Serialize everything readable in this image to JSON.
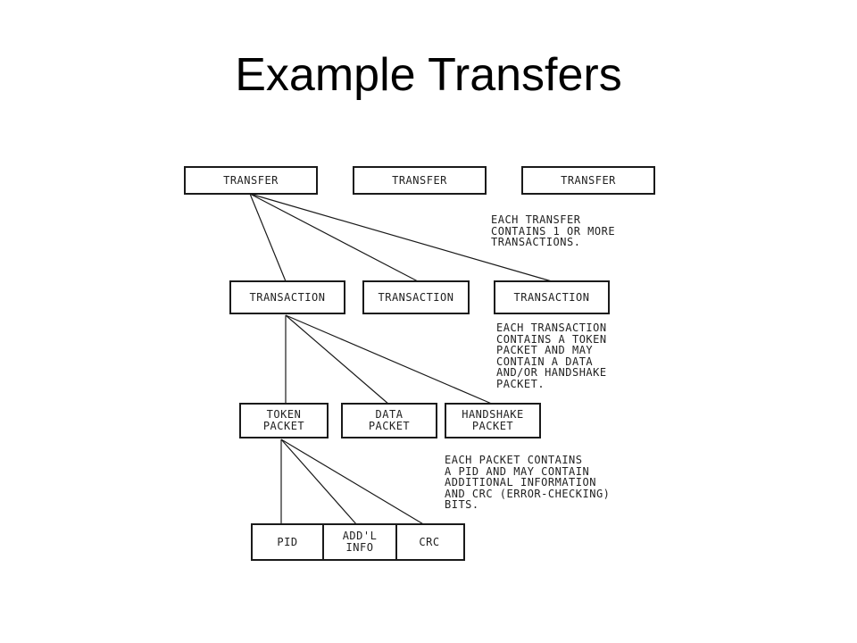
{
  "title": "Example Transfers",
  "diagram": {
    "transfers": [
      "TRANSFER",
      "TRANSFER",
      "TRANSFER"
    ],
    "transactions": [
      "TRANSACTION",
      "TRANSACTION",
      "TRANSACTION"
    ],
    "packets": [
      "TOKEN\nPACKET",
      "DATA\nPACKET",
      "HANDSHAKE\nPACKET"
    ],
    "fields": [
      "PID",
      "ADD'L\nINFO",
      "CRC"
    ],
    "notes": {
      "transfer": "EACH TRANSFER\nCONTAINS 1 OR MORE\nTRANSACTIONS.",
      "transaction": "EACH TRANSACTION\nCONTAINS A TOKEN\nPACKET AND MAY\nCONTAIN A DATA\nAND/OR HANDSHAKE\nPACKET.",
      "packet": "EACH PACKET CONTAINS\nA PID AND MAY CONTAIN\nADDITIONAL INFORMATION\nAND CRC (ERROR-CHECKING)\nBITS."
    }
  }
}
